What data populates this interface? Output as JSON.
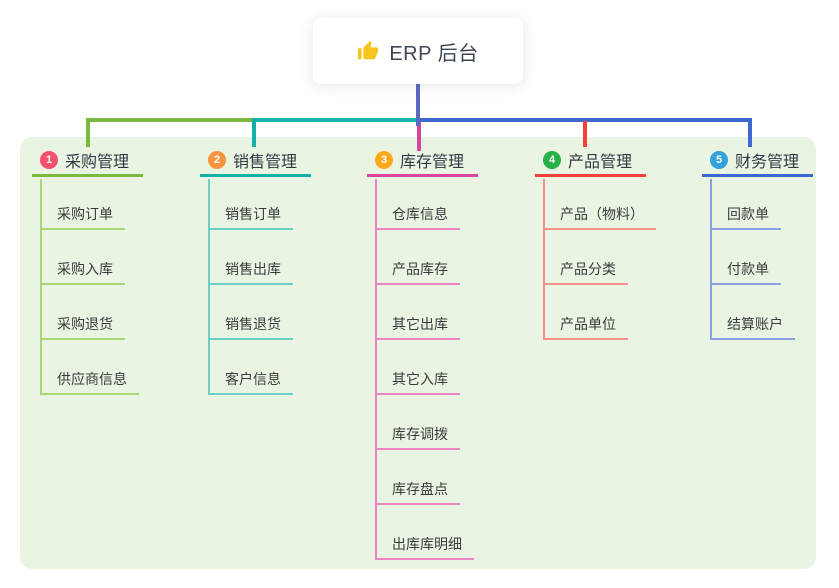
{
  "root": {
    "title": "ERP 后台",
    "icon": "thumbs-up-icon"
  },
  "colors": {
    "panel_background": "#e9f5e2",
    "root_connector": "#5a68c0",
    "thumb_icon": "#f6c41c"
  },
  "branches": [
    {
      "number": "1",
      "label": "采购管理",
      "badge_color": "#f4516c",
      "color": "#7cb93f",
      "child_color": "#a9d573",
      "children": [
        "采购订单",
        "采购入库",
        "采购退货",
        "供应商信息"
      ]
    },
    {
      "number": "2",
      "label": "销售管理",
      "badge_color": "#f89440",
      "color": "#14b1a9",
      "child_color": "#6bcfc6",
      "children": [
        "销售订单",
        "销售出库",
        "销售退货",
        "客户信息"
      ]
    },
    {
      "number": "3",
      "label": "库存管理",
      "badge_color": "#fba919",
      "color": "#d8459e",
      "child_color": "#ec84c2",
      "children": [
        "仓库信息",
        "产品库存",
        "其它出库",
        "其它入库",
        "库存调拨",
        "库存盘点",
        "出库库明细"
      ]
    },
    {
      "number": "4",
      "label": "产品管理",
      "badge_color": "#29b04a",
      "color": "#f5413d",
      "child_color": "#f9908a",
      "children": [
        "产品（物料）",
        "产品分类",
        "产品单位"
      ]
    },
    {
      "number": "5",
      "label": "财务管理",
      "badge_color": "#31a2dc",
      "color": "#3d68d0",
      "child_color": "#8aa0e2",
      "children": [
        "回款单",
        "付款单",
        "结算账户"
      ]
    }
  ]
}
